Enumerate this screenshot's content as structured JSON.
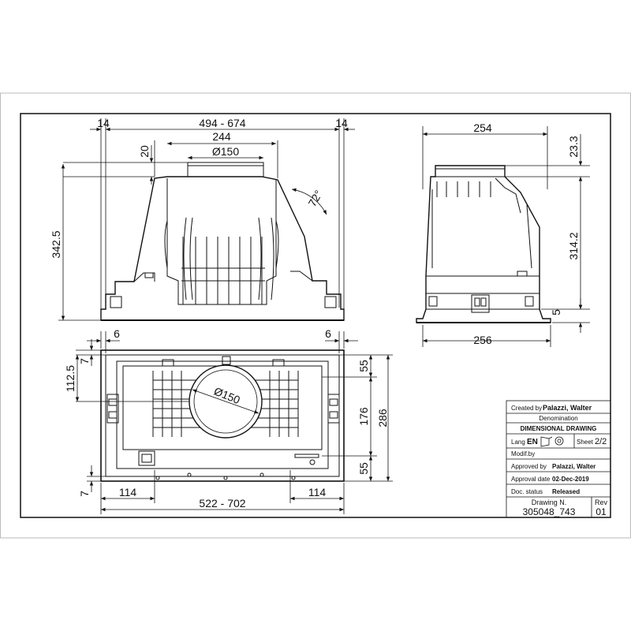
{
  "front_view": {
    "dim_side_left": "14",
    "dim_width_range": "494 - 674",
    "dim_side_right": "14",
    "dim_inner_width": "244",
    "dim_outlet_diameter": "Ø150",
    "dim_outlet_height": "20",
    "dim_angle": "72°",
    "dim_total_height": "342.5"
  },
  "side_view": {
    "dim_top_depth": "254",
    "dim_outlet_height": "23.3",
    "dim_body_height": "314.2",
    "dim_flange_height": "5",
    "dim_bottom_depth": "256"
  },
  "bottom_view": {
    "dim_margin_left": "6",
    "dim_margin_right": "6",
    "dim_margin_top": "7",
    "dim_margin_bottom": "7",
    "dim_outlet_offset": "112.5",
    "dim_outlet_diameter": "Ø150",
    "dim_right_top": "55",
    "dim_right_mid": "176",
    "dim_right_bottom": "55",
    "dim_total_depth": "286",
    "dim_bottom_left": "114",
    "dim_bottom_right": "114",
    "dim_width_range": "522 - 702"
  },
  "title_block": {
    "created_by_label": "Created by",
    "created_by_value": "Palazzi, Walter",
    "denomination_label": "Denomination",
    "denomination_value": "DIMENSIONAL DRAWING",
    "lang_label": "Lang",
    "lang_value": "EN",
    "sheet_label": "Sheet",
    "sheet_value": "2/2",
    "modif_label": "Modif.by",
    "approved_label": "Approved by",
    "approved_value": "Palazzi, Walter",
    "approval_date_label": "Approval date",
    "approval_date_value": "02-Dec-2019",
    "doc_status_label": "Doc. status",
    "doc_status_value": "Released",
    "drawing_no_label": "Drawing N.",
    "drawing_no_value": "305048_743",
    "rev_label": "Rev",
    "rev_value": "01"
  }
}
